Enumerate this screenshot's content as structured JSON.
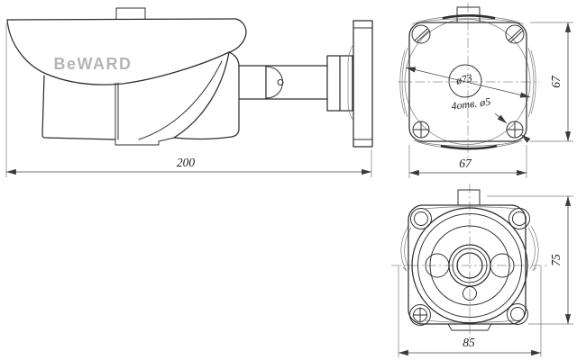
{
  "title": "Bullet camera dimensional drawing",
  "brand": {
    "logo_text": "BeWARD"
  },
  "views": {
    "side": {
      "dims": {
        "length": "200"
      }
    },
    "rear": {
      "dims": {
        "width": "67",
        "height": "67"
      },
      "annotations": {
        "body_diameter": "ø73",
        "holes_note": "4отв. ø5"
      }
    },
    "front": {
      "dims": {
        "width": "85",
        "height": "75"
      }
    }
  },
  "colors": {
    "outline": "#2d2d2d",
    "thin_line": "#7b7b7b",
    "dimension_text": "#1c1c1c",
    "logo": "#b5b5b5",
    "background": "#ffffff"
  }
}
